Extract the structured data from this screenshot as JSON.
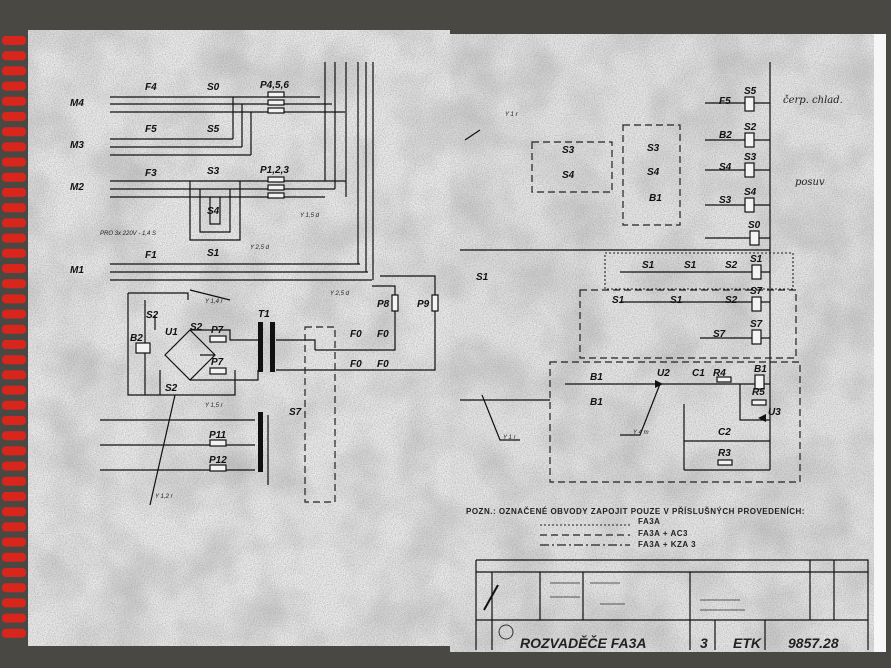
{
  "left_sheet": {
    "motors": [
      "M4",
      "M3",
      "M2",
      "M1"
    ],
    "fuses": [
      "F4",
      "F5",
      "F3",
      "F1"
    ],
    "contactors": [
      "S0",
      "S5",
      "S3",
      "S4",
      "S1"
    ],
    "plugs_top": "P4,5,6",
    "plugs_mid": "P1,2,3",
    "annotations": {
      "y150": "Y 1,5 d",
      "y256": "Y 2,5 d",
      "pro": "PRO 3x 220V - 1,4 S",
      "y14": "Y 1,4 r",
      "y12": "Y 1,2 r",
      "y15": "Y 1,5 r"
    },
    "lower": {
      "b2": "B2",
      "s2a": "S2",
      "u1": "U1",
      "s2b": "S2",
      "p7a": "P7",
      "p7b": "P7",
      "s2c": "S2",
      "t1": "T1",
      "p11": "P11",
      "p12": "P12",
      "s7": "S7",
      "p8": "P8",
      "p9": "P9",
      "f0": [
        "F0",
        "F0",
        "F0",
        "F0"
      ]
    }
  },
  "right_sheet": {
    "relays": [
      "S5",
      "S2",
      "S3",
      "S4",
      "S0",
      "S1",
      "S7",
      "S7",
      "B1"
    ],
    "contacts": [
      "F5",
      "B2",
      "S4",
      "S3",
      "S3",
      "S4",
      "S3",
      "S4",
      "B1",
      "S1",
      "S1",
      "S1",
      "S2",
      "S1",
      "S1",
      "S2",
      "S7",
      "B1",
      "B1"
    ],
    "components": {
      "u2": "U2",
      "c1": "C1",
      "r4": "R4",
      "r5": "R5",
      "u3": "U3",
      "c2": "C2",
      "r3": "R3"
    },
    "handwritten": {
      "pump": "čerp. chlad.",
      "feed": "posuv"
    },
    "wire_labels": {
      "y1r": "Y 1 r",
      "y4m": "Y 4 m",
      "y1r2": "Y 1 r"
    },
    "note": "POZN.: OZNAČENÉ OBVODY ZAPOJIT POUZE V PŘÍSLUŠNÝCH PROVEDENÍCH:",
    "legend": [
      "FA3A",
      "FA3A + AC3",
      "FA3A + KZA 3"
    ],
    "title_block": {
      "title": "ROZVADĚČE FA3A",
      "sheet": "3",
      "code": "ETK",
      "number": "9857.28"
    }
  }
}
